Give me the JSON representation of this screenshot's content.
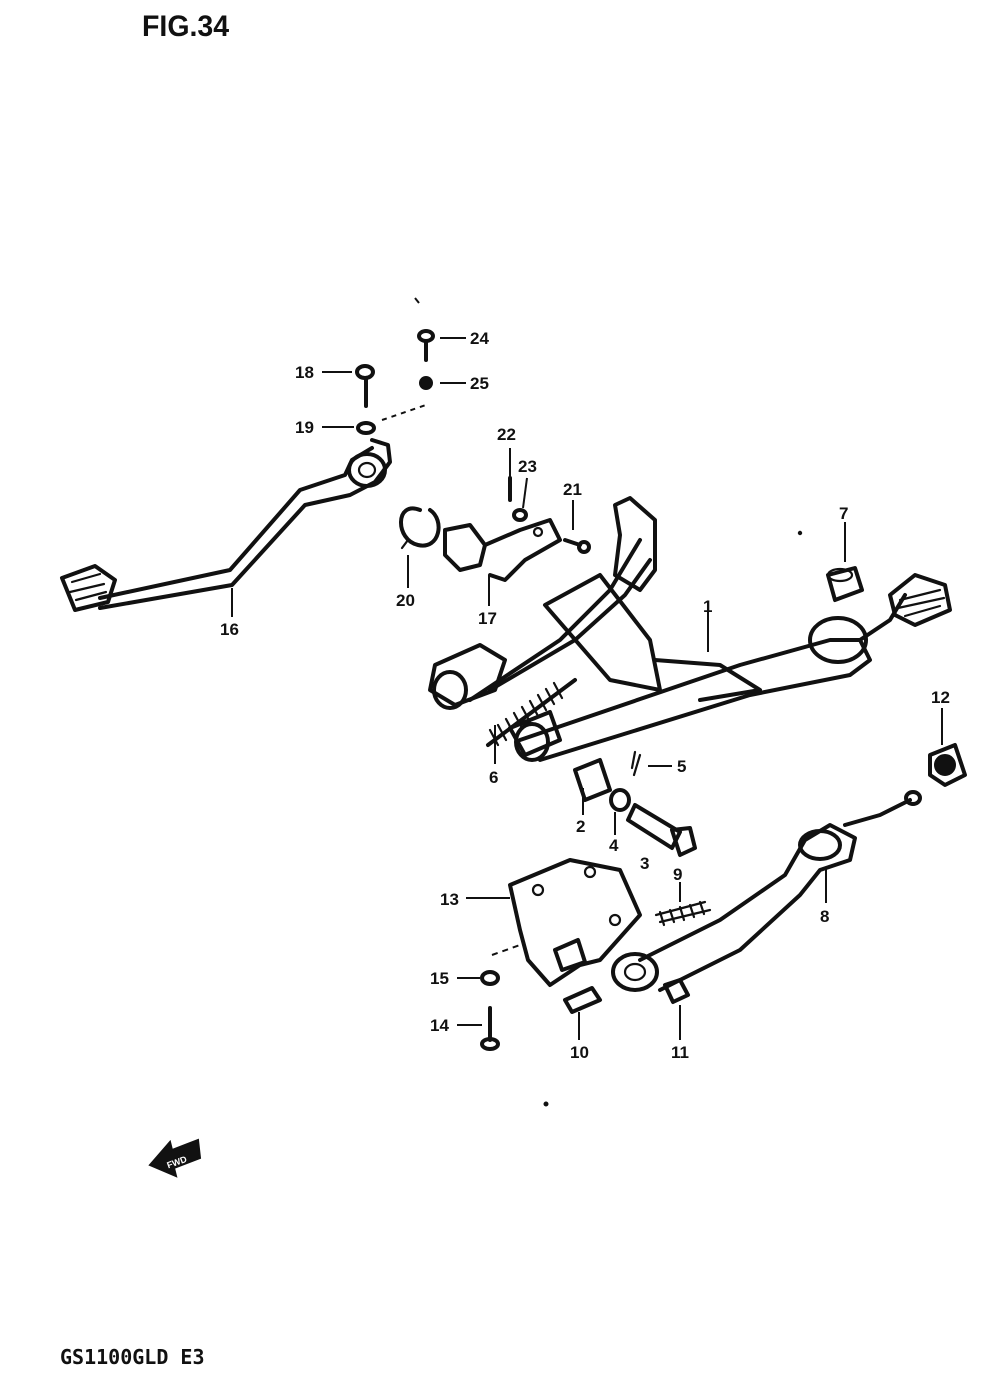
{
  "figure": {
    "title": "FIG.34",
    "model": "GS1100GLD E3",
    "front_arrow_label": "FWD"
  },
  "callouts": [
    {
      "id": "1",
      "label": "1"
    },
    {
      "id": "2",
      "label": "2"
    },
    {
      "id": "3",
      "label": "3"
    },
    {
      "id": "4",
      "label": "4"
    },
    {
      "id": "5",
      "label": "5"
    },
    {
      "id": "6",
      "label": "6"
    },
    {
      "id": "7",
      "label": "7"
    },
    {
      "id": "8",
      "label": "8"
    },
    {
      "id": "9",
      "label": "9"
    },
    {
      "id": "10",
      "label": "10"
    },
    {
      "id": "11",
      "label": "11"
    },
    {
      "id": "12",
      "label": "12"
    },
    {
      "id": "13",
      "label": "13"
    },
    {
      "id": "14",
      "label": "14"
    },
    {
      "id": "15",
      "label": "15"
    },
    {
      "id": "16",
      "label": "16"
    },
    {
      "id": "17",
      "label": "17"
    },
    {
      "id": "18",
      "label": "18"
    },
    {
      "id": "19",
      "label": "19"
    },
    {
      "id": "20",
      "label": "20"
    },
    {
      "id": "21",
      "label": "21"
    },
    {
      "id": "22",
      "label": "22"
    },
    {
      "id": "23",
      "label": "23"
    },
    {
      "id": "24",
      "label": "24"
    },
    {
      "id": "25",
      "label": "25"
    }
  ]
}
